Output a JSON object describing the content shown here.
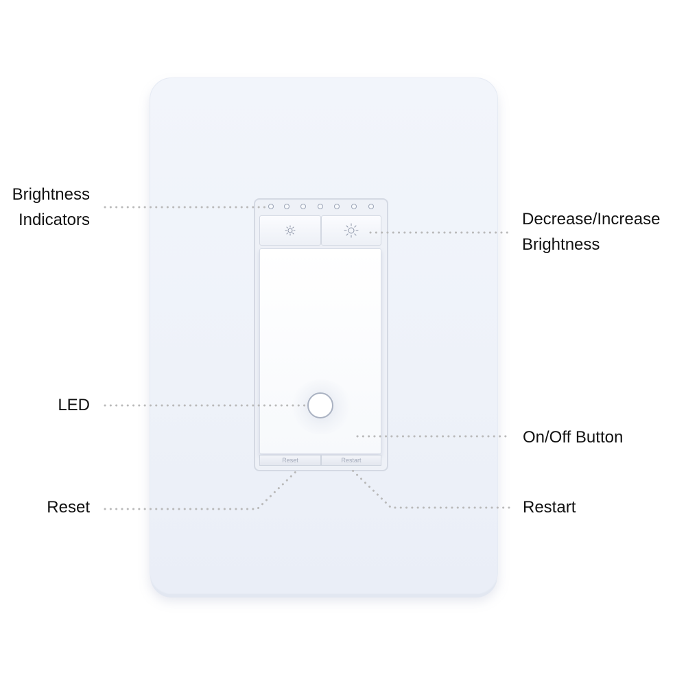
{
  "labels": {
    "brightness_indicators_line1": "Brightness",
    "brightness_indicators_line2": "Indicators",
    "brightness_control_line1": "Decrease/Increase",
    "brightness_control_line2": "Brightness",
    "led": "LED",
    "on_off_button": "On/Off Button",
    "reset": "Reset",
    "restart": "Restart"
  },
  "device": {
    "reset_key_text": "Reset",
    "restart_key_text": "Restart",
    "brightness_indicator_count": 7
  },
  "colors": {
    "leader_line": "#b9b9b9",
    "plate": "#eef2f9",
    "label_text": "#111111"
  },
  "icons": {
    "decrease_brightness": "sun-small-icon",
    "increase_brightness": "sun-large-icon"
  }
}
